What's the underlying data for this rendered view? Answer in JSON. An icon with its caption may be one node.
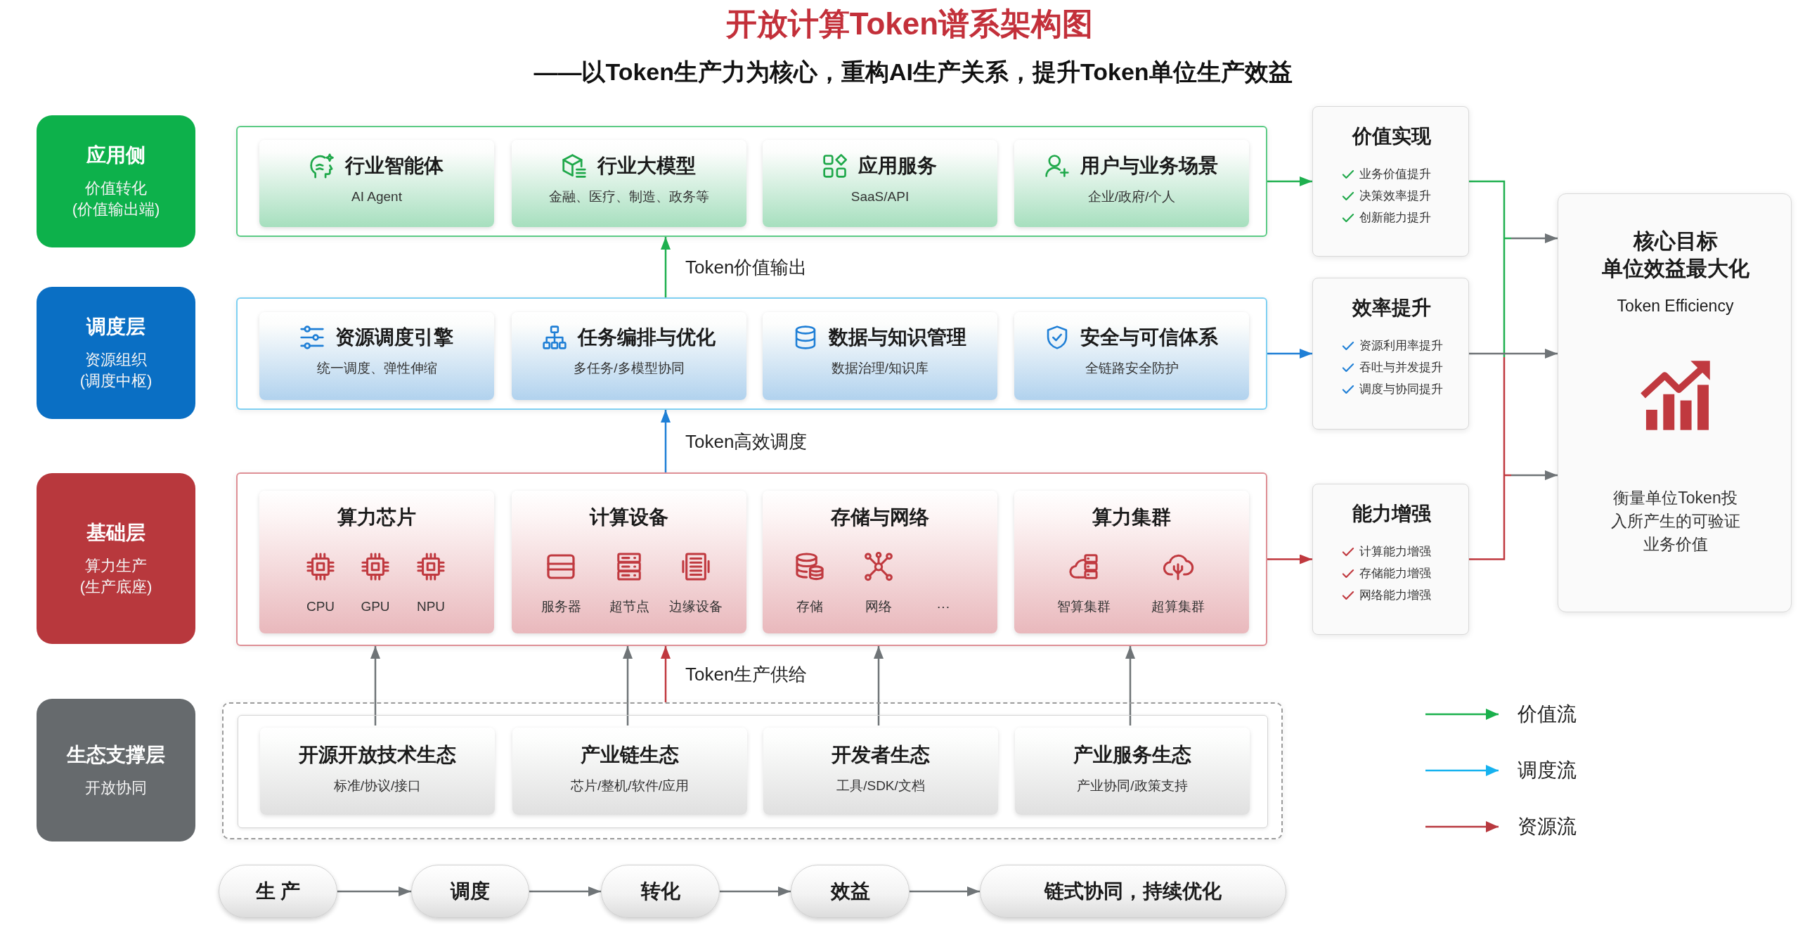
{
  "diagram": {
    "title": "开放计算Token谱系架构图",
    "nodes": [
      {
        "text": [
          "应用侧",
          "价值转化",
          "(价值输出端)"
        ]
      },
      {
        "text": [],
        "shape": "box"
      },
      {
        "text": [
          "行业智能体",
          "AI Agent"
        ],
        "in": 1
      },
      {
        "text": [
          "行业大模型",
          "金融、医疗、制造、政务等"
        ],
        "in": 1
      },
      {
        "text": [
          "应用服务",
          "SaaS/API"
        ],
        "in": 1
      },
      {
        "text": [
          "用户与业务场景",
          "企业/政府/个人"
        ],
        "in": 1
      },
      {
        "text": [
          "价值实现",
          "业务价值提升",
          "决策效率提升",
          "创新能力提升"
        ]
      },
      {
        "text": [
          "核心目标",
          "单位效益最大化",
          "Token Efficiency",
          "衡量单位Token投入所产生的可验证业务价值"
        ]
      },
      {
        "text": [
          "调度层",
          "资源组织",
          "(调度中枢)"
        ]
      },
      {
        "text": [],
        "shape": "box"
      },
      {
        "text": [
          "资源调度引擎",
          "统一调度、弹性伸缩"
        ],
        "in": 9
      },
      {
        "text": [
          "任务编排与优化",
          "多任务/多模型协同"
        ],
        "in": 9
      },
      {
        "text": [
          "数据与知识管理",
          "数据治理/知识库"
        ],
        "in": 9
      },
      {
        "text": [
          "安全与可信体系",
          "全链路安全防护"
        ],
        "in": 9
      },
      {
        "text": [
          "效率提升",
          "资源利用率提升",
          "吞吐与并发提升",
          "调度与协同提升"
        ]
      },
      {
        "text": [
          "基础层",
          "算力生产",
          "(生产底座)"
        ]
      },
      {
        "text": [],
        "shape": "box"
      },
      {
        "text": [
          "算力芯片",
          "CPU",
          "GPU",
          "NPU"
        ],
        "in": 16
      },
      {
        "text": [
          "计算设备",
          "服务器",
          "超节点",
          "边缘设备"
        ],
        "in": 16
      },
      {
        "text": [
          "存储与网络",
          "存储",
          "网络",
          "···"
        ],
        "in": 16
      },
      {
        "text": [
          "算力集群",
          "智算集群",
          "超算集群"
        ],
        "in": 16
      },
      {
        "text": [
          "能力增强",
          "计算能力增强",
          "存储能力增强",
          "网络能力增强"
        ]
      },
      {
        "text": [
          "生态支撑层",
          "开放协同"
        ]
      },
      {
        "text": [],
        "shape": "box"
      },
      {
        "text": [],
        "shape": "box",
        "in": 23
      },
      {
        "text": [
          "开源开放技术生态",
          "标准/协议/接口"
        ],
        "in": 24
      },
      {
        "text": [
          "产业链生态",
          "芯片/整机/软件/应用"
        ],
        "in": 24
      },
      {
        "text": [
          "开发者生态",
          "工具/SDK/文档"
        ],
        "in": 24
      },
      {
        "text": [
          "产业服务生态",
          "产业协同/政策支持"
        ],
        "in": 24
      },
      {
        "text": [
          "生 产"
        ]
      },
      {
        "text": [
          "调度"
        ]
      },
      {
        "text": [
          "转化"
        ]
      },
      {
        "text": [
          "效益"
        ]
      },
      {
        "text": [
          "链式协同，持续优化"
        ]
      }
    ],
    "edges": [
      {
        "from": 1,
        "to": 6,
        "arrow": "to",
        "color": "#1fb04f"
      },
      {
        "from": 9,
        "to": 1,
        "arrow": "to",
        "label": "Token价值输出",
        "color": "#1fb04f"
      },
      {
        "from": 9,
        "to": 14,
        "arrow": "to",
        "color": "#1f7fd6"
      },
      {
        "from": 16,
        "to": 9,
        "arrow": "to",
        "label": "Token高效调度",
        "color": "#1f7fd6"
      },
      {
        "from": 16,
        "to": 21,
        "arrow": "to",
        "color": "#c0393f"
      },
      {
        "from": 23,
        "to": 16,
        "arrow": "to",
        "label": "Token生产供给",
        "color": "#c0393f"
      },
      {
        "from": 25,
        "to": 16,
        "arrow": "to"
      },
      {
        "from": 26,
        "to": 16,
        "arrow": "to"
      },
      {
        "from": 27,
        "to": 16,
        "arrow": "to"
      },
      {
        "from": 28,
        "to": 16,
        "arrow": "to"
      },
      {
        "from": 6,
        "to": 7,
        "arrow": "to",
        "color": "#1fb04f"
      },
      {
        "from": 14,
        "to": 7,
        "arrow": "to"
      },
      {
        "from": 21,
        "to": 7,
        "arrow": "to",
        "color": "#c0393f"
      },
      {
        "from": 29,
        "to": 30,
        "arrow": "to"
      },
      {
        "from": 30,
        "to": 31,
        "arrow": "to"
      },
      {
        "from": 31,
        "to": 32,
        "arrow": "to"
      },
      {
        "from": 32,
        "to": 33,
        "arrow": "to"
      }
    ],
    "labels": [
      "——以Token生产力为核心，重构AI生产关系，提升Token单位生产效益"
    ],
    "legend": [
      {
        "text": "价值流"
      },
      {
        "text": "调度流"
      },
      {
        "text": "资源流"
      }
    ]
  }
}
